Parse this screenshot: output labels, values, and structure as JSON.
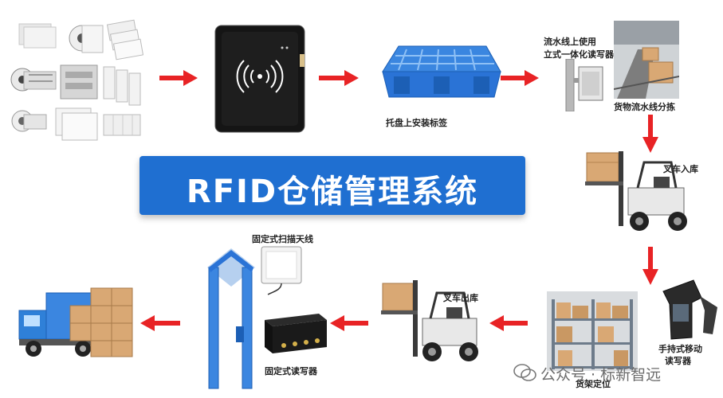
{
  "title": "RFID仓储管理系统",
  "labels": {
    "pallet_tag": "托盘上安装标签",
    "pipeline_reader_line1": "流水线上使用",
    "pipeline_reader_line2": "立式一体化读写器",
    "sorting": "货物流水线分拣",
    "forklift_in": "叉车入库",
    "handheld_line1": "手持式移动",
    "handheld_line2": "读写器",
    "shelf_position": "货架定位",
    "forklift_out": "叉车出库",
    "fixed_reader": "固定式读写器",
    "fixed_antenna": "固定式扫描天线"
  },
  "watermark": "公众号 · 标新智远",
  "colors": {
    "arrow": "#e82325",
    "banner": "#1f6fd1",
    "pallet": "#2a73d6",
    "reader_body": "#151515",
    "box": "#d9a874",
    "truck_cab": "#2f80d8"
  }
}
